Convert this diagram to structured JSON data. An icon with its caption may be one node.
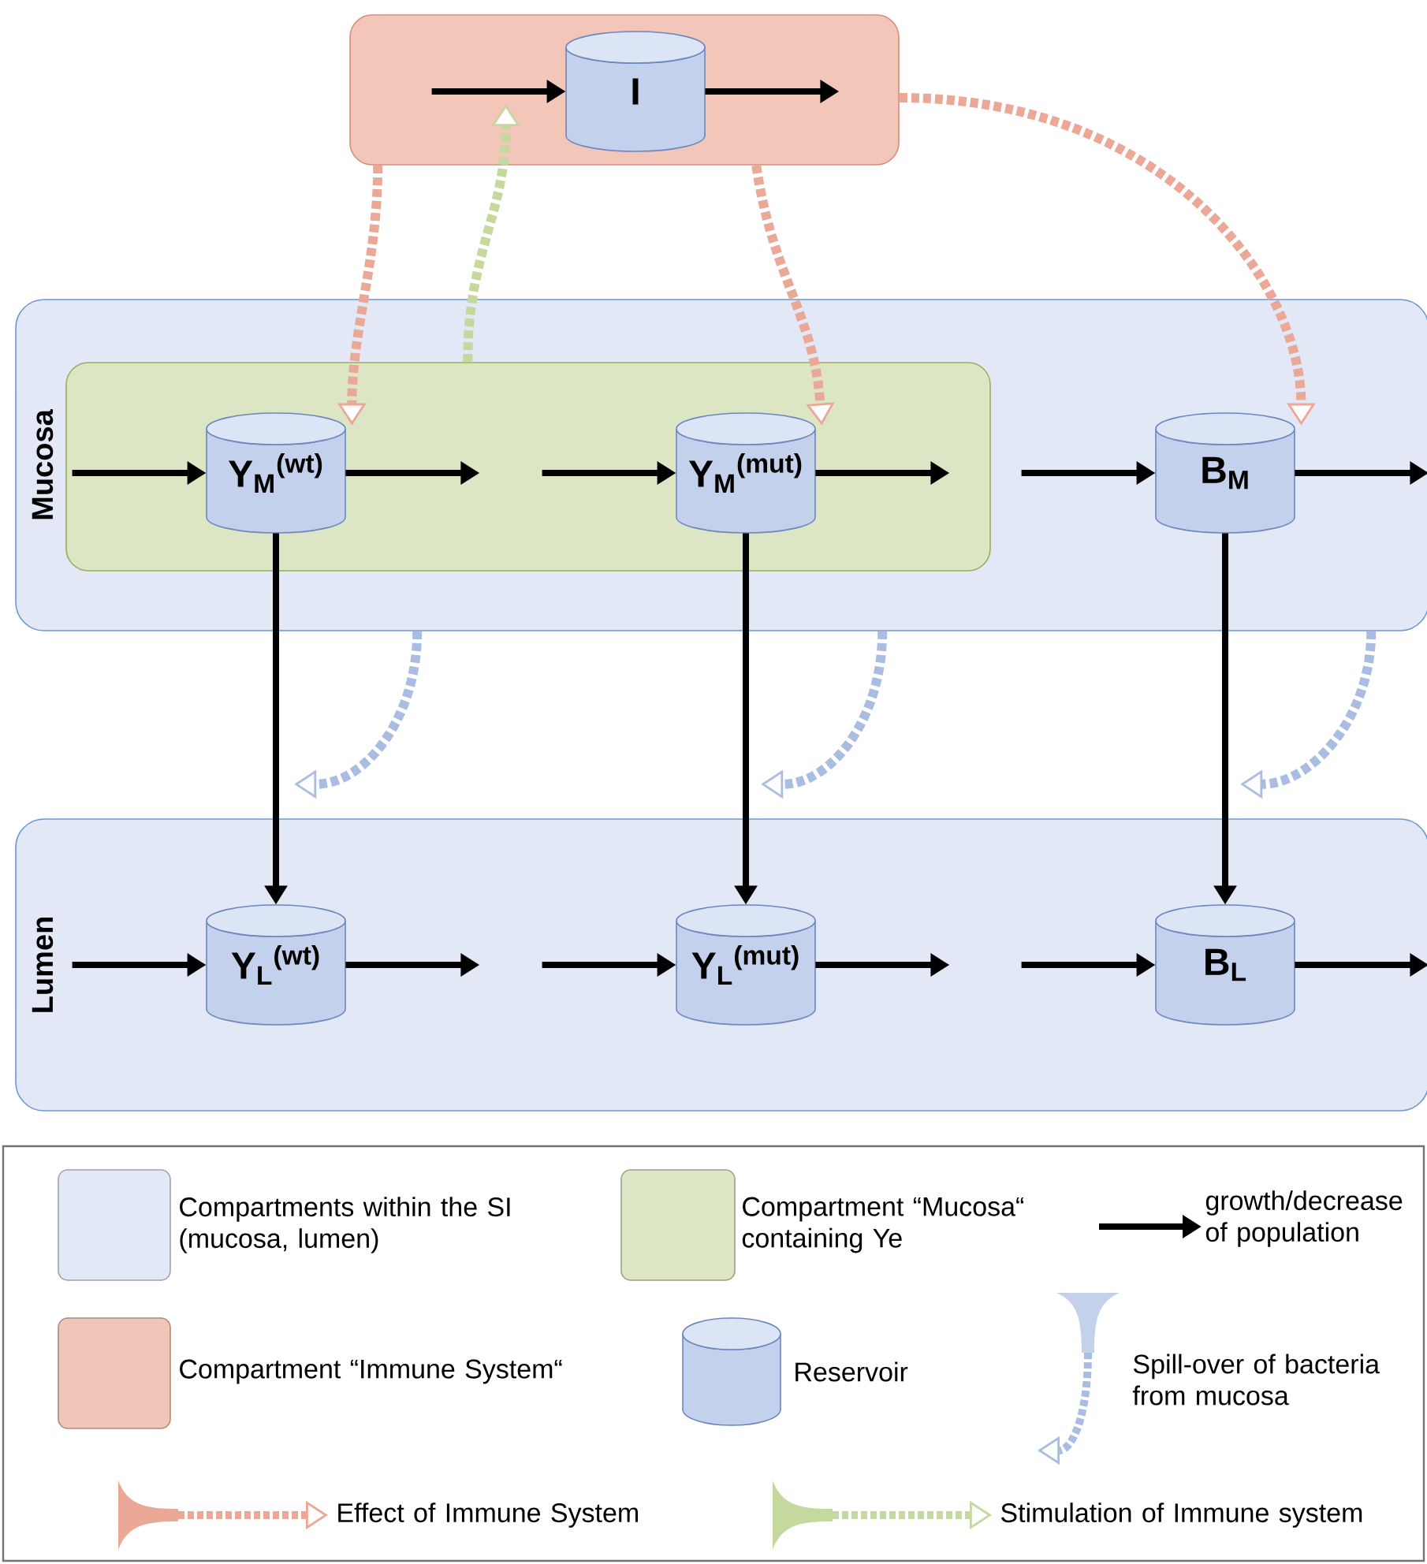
{
  "diagram": {
    "nodes": [
      {
        "text": [],
        "shape": "box"
      },
      {
        "text": [
          "I"
        ],
        "in": 0
      },
      {
        "text": [
          "Mucosa"
        ]
      },
      {
        "text": [],
        "shape": "box",
        "in": 2
      },
      {
        "text": [
          "Y$_{M}$$^{(wt)}$"
        ],
        "in": 3
      },
      {
        "text": [
          "Y$_{M}$$^{(mut)}$"
        ],
        "in": 3
      },
      {
        "text": [
          "B$_{M}$"
        ],
        "in": 2
      },
      {
        "text": [
          "Lumen"
        ]
      },
      {
        "text": [
          "Y$_{L}$$^{(wt)}$"
        ],
        "in": 7
      },
      {
        "text": [
          "Y$_{L}$$^{(mut)}$"
        ],
        "in": 7
      },
      {
        "text": [
          "B$_{L}$"
        ],
        "in": 7
      }
    ],
    "edges": [
      {
        "from": null,
        "to": 1,
        "arrow": "to"
      },
      {
        "from": 1,
        "to": null,
        "arrow": "to"
      },
      {
        "from": null,
        "to": 4,
        "arrow": "to"
      },
      {
        "from": 4,
        "to": null,
        "arrow": "to"
      },
      {
        "from": null,
        "to": 5,
        "arrow": "to"
      },
      {
        "from": 5,
        "to": null,
        "arrow": "to"
      },
      {
        "from": null,
        "to": 6,
        "arrow": "to"
      },
      {
        "from": 6,
        "to": null,
        "arrow": "to"
      },
      {
        "from": null,
        "to": 8,
        "arrow": "to"
      },
      {
        "from": 8,
        "to": null,
        "arrow": "to"
      },
      {
        "from": null,
        "to": 9,
        "arrow": "to"
      },
      {
        "from": 9,
        "to": null,
        "arrow": "to"
      },
      {
        "from": null,
        "to": 10,
        "arrow": "to"
      },
      {
        "from": 10,
        "to": null,
        "arrow": "to"
      },
      {
        "from": 4,
        "to": 8,
        "arrow": "to"
      },
      {
        "from": 5,
        "to": 9,
        "arrow": "to"
      },
      {
        "from": 6,
        "to": 10,
        "arrow": "to"
      },
      {
        "from": 2,
        "to": null,
        "arrow": "to",
        "style": "dashed",
        "color": "#a9bde3"
      },
      {
        "from": 2,
        "to": null,
        "arrow": "to",
        "style": "dashed",
        "color": "#a9bde3"
      },
      {
        "from": 2,
        "to": null,
        "arrow": "to",
        "style": "dashed",
        "color": "#a9bde3"
      },
      {
        "from": 0,
        "to": 4,
        "arrow": "to",
        "style": "dashed",
        "color": "#eba896"
      },
      {
        "from": 0,
        "to": 5,
        "arrow": "to",
        "style": "dashed",
        "color": "#eba896"
      },
      {
        "from": 0,
        "to": 6,
        "arrow": "to",
        "style": "dashed",
        "color": "#eba896"
      },
      {
        "from": 3,
        "to": 1,
        "arrow": "to",
        "style": "dashed",
        "color": "#c5d89d"
      }
    ],
    "legend": [
      {
        "text": "Compartments within the SI (mucosa, lumen)",
        "color": "#e2e8f5"
      },
      {
        "text": "Compartment “Mucosa“ containing Ye",
        "color": "#dde6c5"
      },
      {
        "text": "growth/decrease of population"
      },
      {
        "text": "Compartment “Immune System“",
        "color": "#f1c5b8"
      },
      {
        "text": "Reservoir"
      },
      {
        "text": "Spill-over of bacteria from mucosa"
      },
      {
        "text": "Effect of Immune System"
      },
      {
        "text": "Stimulation of Immune system"
      }
    ]
  }
}
